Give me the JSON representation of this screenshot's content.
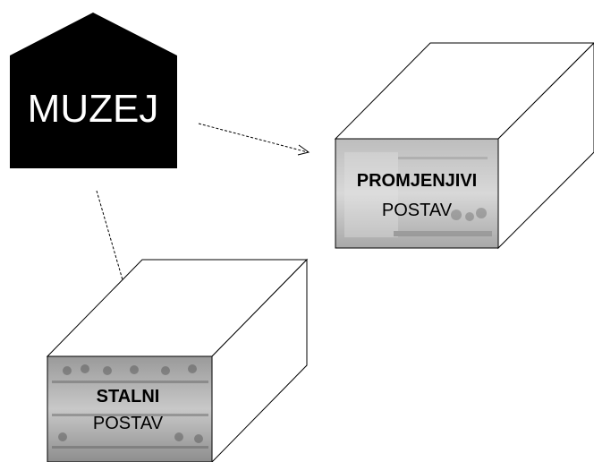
{
  "museum": {
    "label": "MUZEJ"
  },
  "boxes": {
    "temporary": {
      "title": "PROMJENJIVI",
      "subtitle": "POSTAV"
    },
    "permanent": {
      "title": "STALNI",
      "subtitle": "POSTAV"
    }
  },
  "colors": {
    "house_fill": "#000000",
    "house_text": "#ffffff",
    "line": "#000000",
    "photo_gray": "#c9c9c9"
  }
}
